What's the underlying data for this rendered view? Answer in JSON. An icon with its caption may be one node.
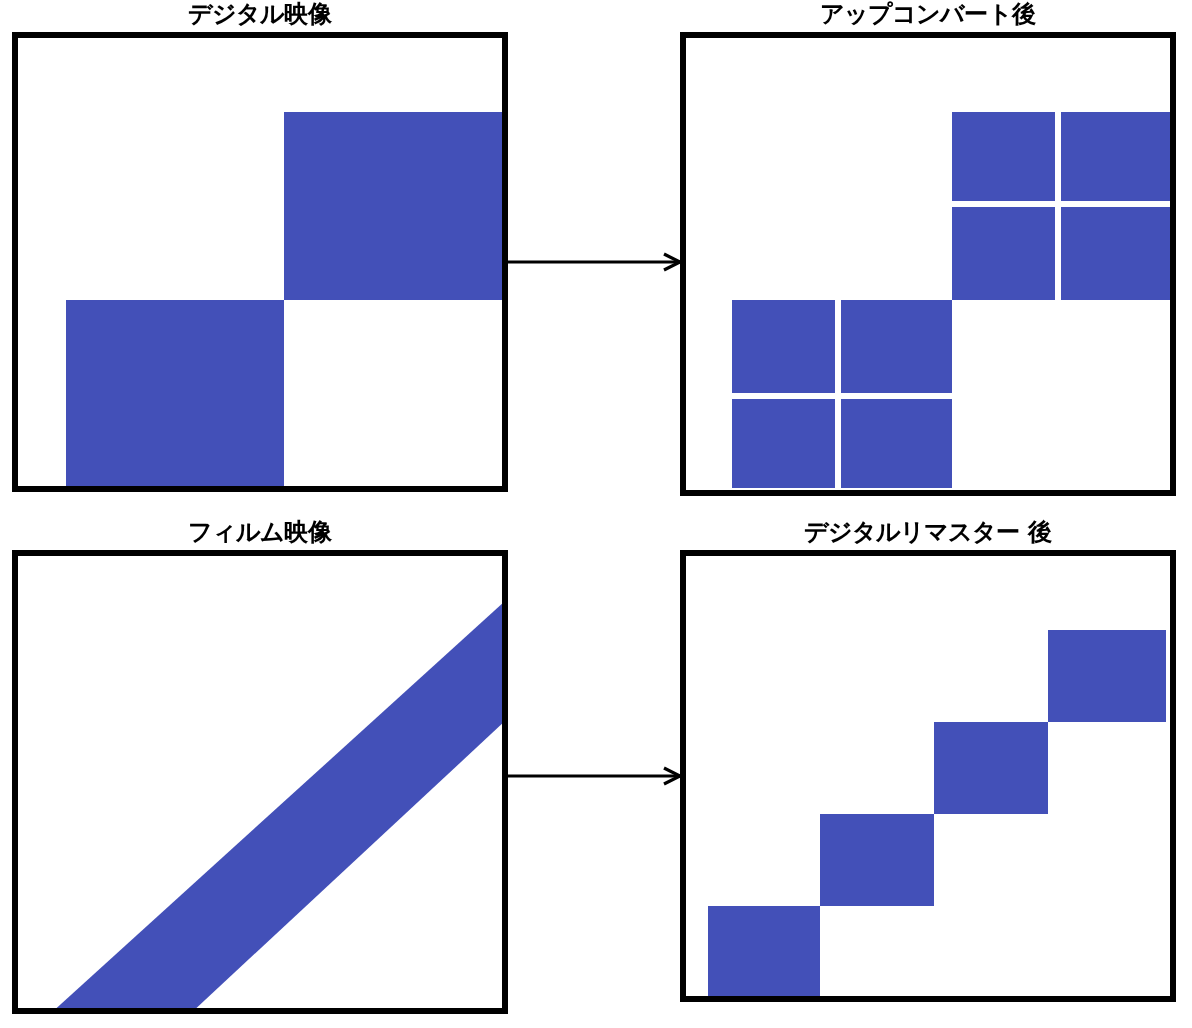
{
  "diagram": {
    "nodes": [
      {
        "text": [
          "デジタル映像"
        ]
      },
      {
        "text": [
          "アップコンバート後"
        ]
      },
      {
        "text": [
          "フィルム映像"
        ]
      },
      {
        "text": [
          "デジタルリマスター 後"
        ]
      }
    ],
    "edges": [
      {
        "from": 0,
        "to": 1,
        "arrow": "to"
      },
      {
        "from": 2,
        "to": 3,
        "arrow": "to"
      }
    ]
  }
}
